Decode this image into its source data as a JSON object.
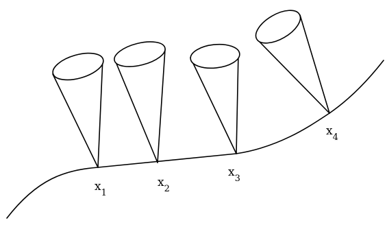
{
  "colors": {
    "ink": "#000000",
    "background": "#ffffff"
  },
  "points": [
    {
      "base": "x",
      "index": "1"
    },
    {
      "base": "x",
      "index": "2"
    },
    {
      "base": "x",
      "index": "3"
    },
    {
      "base": "x",
      "index": "4"
    }
  ]
}
